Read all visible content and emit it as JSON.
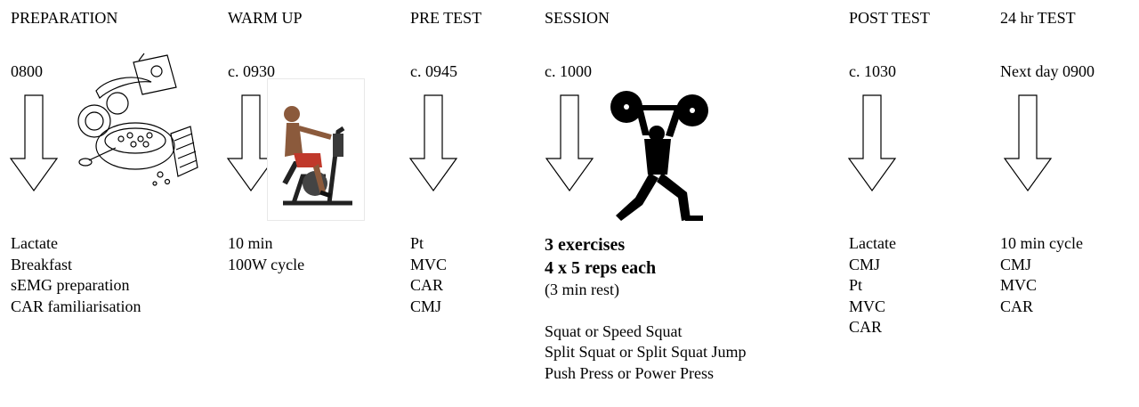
{
  "phases": [
    {
      "title": "PREPARATION",
      "time": "0800",
      "items": [
        "Lactate",
        "Breakfast",
        "sEMG preparation",
        "CAR familiarisation"
      ]
    },
    {
      "title": "WARM UP",
      "time": "c. 0930",
      "items": [
        "10 min",
        "100W cycle"
      ]
    },
    {
      "title": "PRE TEST",
      "time": "c. 0945",
      "items": [
        "Pt",
        "MVC",
        "CAR",
        "CMJ"
      ]
    },
    {
      "title": "SESSION",
      "time": "c. 1000",
      "bold_items": [
        "3 exercises",
        "4 x 5 reps each"
      ],
      "rest": "(3 min rest)",
      "exercises": [
        "Squat or Speed Squat",
        "Split Squat or Split Squat Jump",
        "Push Press or Power Press"
      ]
    },
    {
      "title": "POST TEST",
      "time": "c. 1030",
      "items": [
        "Lactate",
        "CMJ",
        "Pt",
        "MVC",
        "CAR"
      ]
    },
    {
      "title": "24 hr TEST",
      "time": "Next day 0900",
      "items": [
        "10 min cycle",
        "CMJ",
        "MVC",
        "CAR"
      ]
    }
  ]
}
